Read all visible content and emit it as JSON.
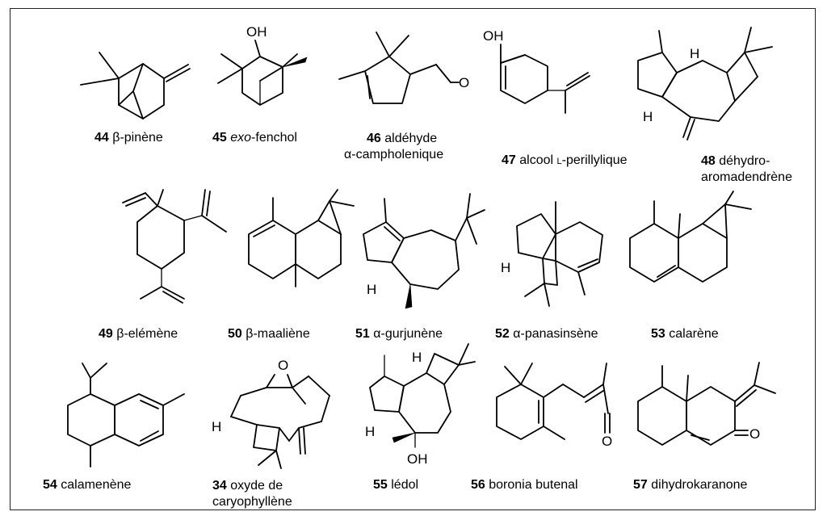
{
  "compounds": [
    {
      "num": "44",
      "name": "β-pinène"
    },
    {
      "num": "45",
      "name_italic": "exo",
      "name": "-fenchol",
      "oh": "OH"
    },
    {
      "num": "46",
      "name": "aldéhyde",
      "name2": "α-campholenique",
      "o": "O"
    },
    {
      "num": "47",
      "name_pre": "alcool ",
      "name_sc": "l",
      "name": "-perillylique",
      "oh": "OH"
    },
    {
      "num": "48",
      "name": "déhydro-",
      "name2": "aromadendrène",
      "h1": "H",
      "h2": "H"
    },
    {
      "num": "49",
      "name": "β-elémène"
    },
    {
      "num": "50",
      "name": "β-maaliène"
    },
    {
      "num": "51",
      "name": "α-gurjunène",
      "h": "H"
    },
    {
      "num": "52",
      "name": "α-panasinsène",
      "h": "H"
    },
    {
      "num": "53",
      "name": "calarène"
    },
    {
      "num": "54",
      "name": "calamenène"
    },
    {
      "num": "34",
      "name": "oxyde de",
      "name2": "caryophyllène",
      "o": "O",
      "h": "H"
    },
    {
      "num": "55",
      "name": "lédol",
      "h1": "H",
      "h2": "H",
      "oh": "OH"
    },
    {
      "num": "56",
      "name": "boronia butenal",
      "o": "O"
    },
    {
      "num": "57",
      "name": "dihydrokaranone",
      "o": "O"
    }
  ]
}
